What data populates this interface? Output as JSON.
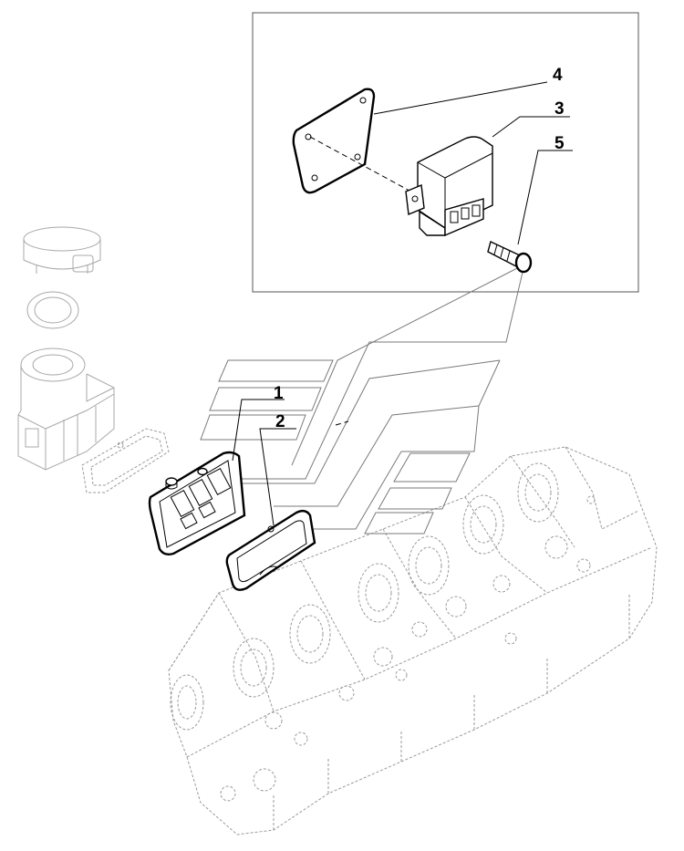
{
  "callouts": [
    {
      "id": "1",
      "label": "1"
    },
    {
      "id": "2",
      "label": "2"
    },
    {
      "id": "3",
      "label": "3"
    },
    {
      "id": "4",
      "label": "4"
    },
    {
      "id": "5",
      "label": "5"
    }
  ],
  "colors": {
    "line": "#000000",
    "ghost": "#9a9a9a",
    "background": "#ffffff"
  }
}
